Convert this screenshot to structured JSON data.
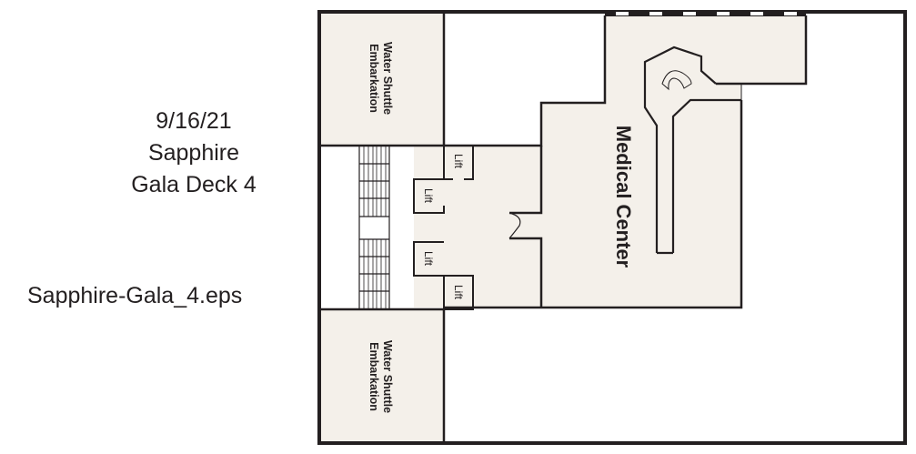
{
  "info": {
    "date": "9/16/21",
    "ship": "Sapphire",
    "deck": "Gala Deck 4",
    "file_name": "Sapphire-Gala_4.eps"
  },
  "rooms": {
    "water_shuttle_top": {
      "line1": "Water Shuttle",
      "line2": "Embarkation"
    },
    "water_shuttle_bottom": {
      "line1": "Water Shuttle",
      "line2": "Embarkation"
    },
    "medical_center": {
      "label": "Medical Center"
    },
    "lifts": [
      "Lift",
      "Lift",
      "Lift",
      "Lift"
    ]
  },
  "colors": {
    "room_fill": "#f4f0ea",
    "wall": "#231f20",
    "background": "#ffffff"
  }
}
